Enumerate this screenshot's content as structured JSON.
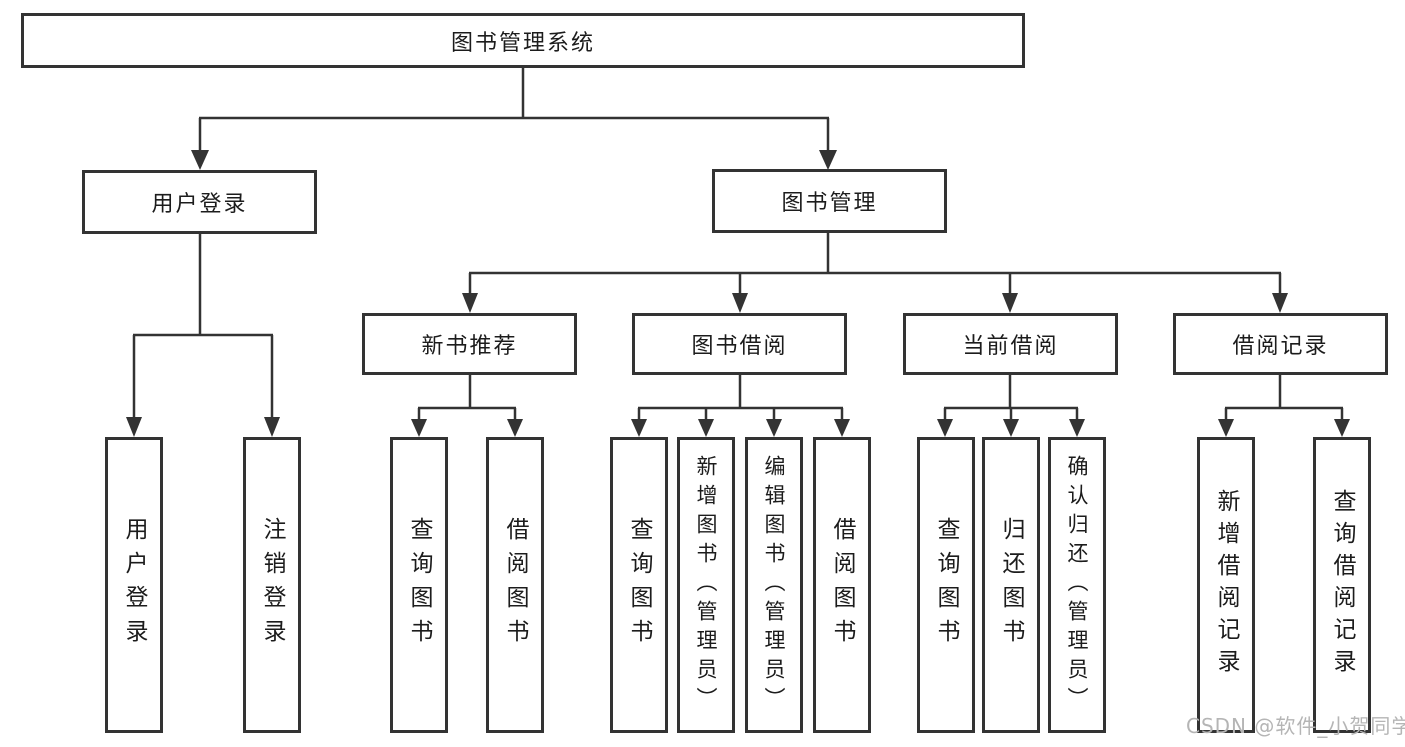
{
  "root": {
    "label": "图书管理系统"
  },
  "branches": {
    "user_login": {
      "label": "用户登录",
      "leaves": [
        "用户登录",
        "注销登录"
      ]
    },
    "book_management": {
      "label": "图书管理",
      "sections": [
        {
          "label": "新书推荐",
          "leaves": [
            "查询图书",
            "借阅图书"
          ]
        },
        {
          "label": "图书借阅",
          "leaves": [
            "查询图书",
            "新增图书（管理员）",
            "编辑图书（管理员）",
            "借阅图书"
          ]
        },
        {
          "label": "当前借阅",
          "leaves": [
            "查询图书",
            "归还图书",
            "确认归还（管理员）"
          ]
        },
        {
          "label": "借阅记录",
          "leaves": [
            "新增借阅记录",
            "查询借阅记录"
          ]
        }
      ]
    }
  },
  "watermark": "CSDN @软件_小贺同学",
  "colors": {
    "line": "#333333",
    "text": "#1c1c1c",
    "watermark": "#b5b5b5",
    "background": "#ffffff"
  }
}
